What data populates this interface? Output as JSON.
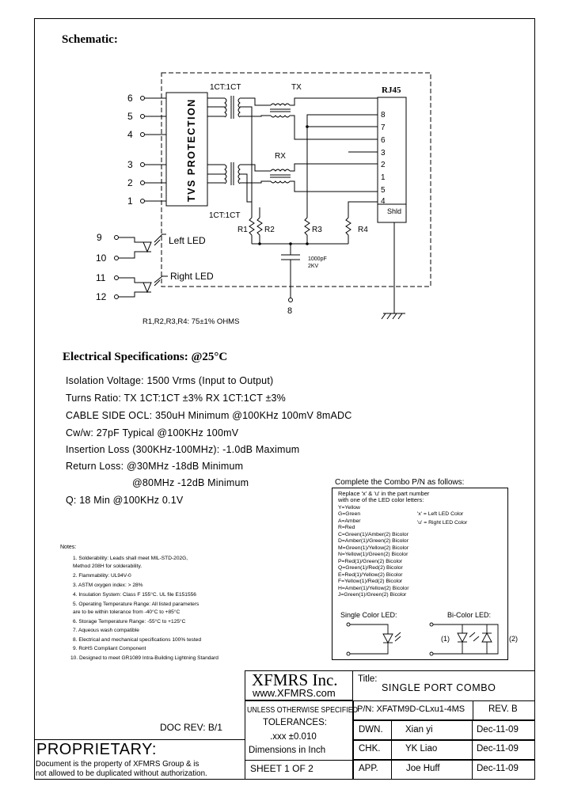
{
  "schematic": {
    "heading": "Schematic:",
    "left_pins": [
      "6",
      "5",
      "4",
      "3",
      "2",
      "1"
    ],
    "tvs_label": "TVS PROTECTION",
    "ct_top": "1CT:1CT",
    "ct_bottom": "1CT:1CT",
    "tx": "TX",
    "rx": "RX",
    "rj45": "RJ45",
    "rj45_pins": [
      "8",
      "7",
      "6",
      "3",
      "2",
      "1",
      "5",
      "4"
    ],
    "shield": "Shld",
    "resistors": [
      "R1",
      "R2",
      "R3",
      "R4"
    ],
    "cap_value": "1000pF",
    "cap_voltage": "2KV",
    "gnd_pin": "8",
    "led_pins": [
      "9",
      "10",
      "11",
      "12"
    ],
    "left_led": "Left LED",
    "right_led": "Right LED",
    "resistor_note": "R1,R2,R3,R4: 75±1% OHMS"
  },
  "electrical": {
    "heading": "Electrical Specifications: @25°C",
    "lines": [
      "Isolation Voltage:  1500 Vrms (Input to Output)",
      "Turns Ratio: TX 1CT:1CT ±3% RX 1CT:1CT ±3%",
      "CABLE SIDE OCL: 350uH Minimum @100KHz 100mV 8mADC",
      "Cw/w: 27pF Typical @100KHz 100mV",
      "Insertion Loss (300KHz-100MHz): -1.0dB Maximum",
      "Return Loss: @30MHz   -18dB Minimum",
      "@80MHz   -12dB Minimum",
      "Q: 18 Min @100KHz 0.1V"
    ]
  },
  "notes": {
    "heading": "Notes:",
    "items": [
      "1. Solderability: Leads shall meet MIL-STD-202G,",
      "    Method 208H for solderability.",
      "2. Flammability: UL94V-0",
      "3. ASTM oxygen index: > 28%",
      "4. Insulation System: Class F 155°C. UL file E151556",
      "5. Operating Temperature Range: All listed parameters",
      "    are to be within tolerance from -40°C to +85°C",
      "6. Storage Temperature Range: -55°C to +125°C",
      "7. Aqueous wash compatible",
      "8. Electrical and mechanical specifications 100% tested",
      "9. RoHS Compliant Component",
      "10. Designed to meet GR1089 Intra-Building Lightning Standard"
    ]
  },
  "combo": {
    "heading": "Complete the Combo P/N as follows:",
    "intro": [
      "Replace 'x' & 'u' in the part number",
      "with one of the LED color letters:"
    ],
    "colors": [
      "Y=Yellow",
      "G=Green",
      "A=Amber",
      "R=Red",
      "C=Green(1)/Amber(2)  Bicolor",
      "D=Amber(1)/Green(2)  Bicolor",
      "M=Green(1)/Yellow(2)  Bicolor",
      "N=Yellow(1)/Green(2)  Bicolor",
      "P=Red(1)/Green(2)  Bicolor",
      "Q=Green(1)/Red(2)  Bicolor",
      "E=Red(1)/Yellow(2)  Bicolor",
      "F=Yellow(1)/Red(2)  Bicolor",
      "H=Amber(1)/Yellow(2)  Bicolor",
      "J=Green(1)/Green(2)  Bicolor"
    ],
    "x_note": "'x' = Left LED Color",
    "u_note": "'u' = Right LED Color",
    "single_led": "Single Color LED:",
    "bi_led": "Bi-Color LED:",
    "bi_1": "(1)",
    "bi_2": "(2)"
  },
  "title_block": {
    "company": "XFMRS Inc.",
    "website": "www.XFMRS.com",
    "title_label": "Title:",
    "title": "SINGLE PORT COMBO",
    "unless": "UNLESS OTHERWISE SPECIFIED",
    "pn": "P/N: XFATM9D-CLxu1-4MS",
    "rev": "REV. B",
    "tolerances": "TOLERANCES:",
    "tol_value": ".xxx ±0.010",
    "dims": "Dimensions in Inch",
    "sheet": "SHEET  1  OF  2",
    "dwn_label": "DWN.",
    "dwn": "Xian yi",
    "dwn_date": "Dec-11-09",
    "chk_label": "CHK.",
    "chk": "YK Liao",
    "chk_date": "Dec-11-09",
    "app_label": "APP.",
    "app": "Joe Huff",
    "app_date": "Dec-11-09",
    "doc_rev": "DOC REV: B/1",
    "proprietary": "PROPRIETARY:",
    "prop_1": "Document is the property of XFMRS Group & is",
    "prop_2": "not allowed to be duplicated without authorization."
  }
}
